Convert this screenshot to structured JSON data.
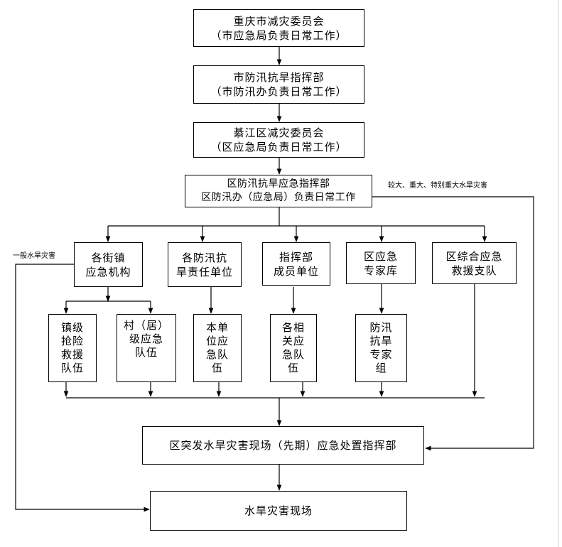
{
  "nodes": {
    "city_committee": {
      "line1": "重庆市减灾委员会",
      "line2": "（市应急局负责日常工作）"
    },
    "city_flood_hq": {
      "line1": "市防汛抗旱指挥部",
      "line2": "（市防汛办负责日常工作）"
    },
    "district_committee": {
      "line1": "綦江区减灾委员会",
      "line2": "（区应急局负责日常工作）"
    },
    "district_flood_hq": {
      "line1": "区防汛抗旱应急指挥部",
      "line2": "区防汛办（应急局）负责日常工作"
    },
    "street_town": {
      "line1": "各街镇",
      "line2": "应急机构"
    },
    "responsible_units": {
      "line1": "各防汛抗",
      "line2": "旱责任单位"
    },
    "hq_members": {
      "line1": "指挥部",
      "line2": "成员单位"
    },
    "expert_pool": {
      "line1": "区应急",
      "line2": "专家库"
    },
    "rescue_team": {
      "line1": "区综合应急",
      "line2": "救援支队"
    },
    "town_rescue": {
      "l1": "镇级",
      "l2": "抢险",
      "l3": "救援",
      "l4": "队伍"
    },
    "village_team": {
      "l1": "村（居）",
      "l2": "级应急",
      "l3": "队伍"
    },
    "unit_team": {
      "l1": "本单",
      "l2": "位应",
      "l3": "急队",
      "l4": "伍"
    },
    "related_team": {
      "l1": "各相",
      "l2": "关应",
      "l3": "急队",
      "l4": "伍"
    },
    "expert_group": {
      "l1": "防汛",
      "l2": "抗旱",
      "l3": "专家",
      "l4": "组"
    },
    "onsite_command": {
      "label": "区突发水旱灾害现场（先期）应急处置指挥部"
    },
    "disaster_site": {
      "label": "水旱灾害现场"
    }
  },
  "notes": {
    "major_disaster": "较大、重大、特别重大水旱灾害",
    "general_disaster": "一般水旱灾害"
  }
}
